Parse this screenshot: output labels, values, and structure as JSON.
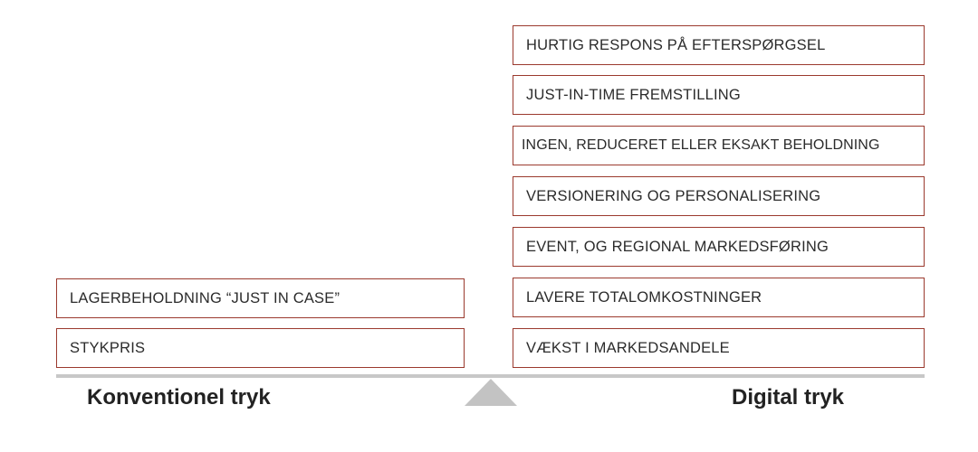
{
  "left": {
    "title": "Konventionel tryk",
    "items": [
      "LAGERBEHOLDNING “JUST IN CASE”",
      "STYKPRIS"
    ]
  },
  "right": {
    "title": "Digital tryk",
    "items": [
      "HURTIG RESPONS PÅ EFTERSPØRGSEL",
      "JUST-IN-TIME FREMSTILLING",
      "INGEN, REDUCERET ELLER EKSAKT BEHOLDNING",
      "VERSIONERING OG PERSONALISERING",
      "EVENT, OG REGIONAL MARKEDSFØRING",
      "LAVERE TOTALOMKOSTNINGER",
      "VÆKST I MARKEDSANDELE"
    ]
  }
}
